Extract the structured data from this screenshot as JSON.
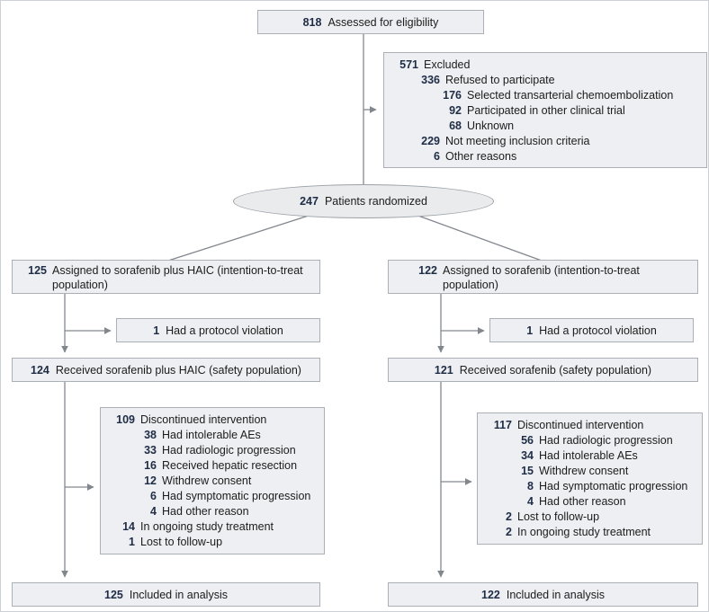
{
  "palette": {
    "box_fill": "#edeff2",
    "box_border": "#aab0b6",
    "ellipse_fill": "#e9ebed",
    "connector_color": "#82878e",
    "number_color": "#1f2c45",
    "text_color": "#1c1c1c"
  },
  "assessed": {
    "num": "818",
    "label": "Assessed for eligibility"
  },
  "excluded": {
    "lines": [
      {
        "num": "571",
        "label": "Excluded",
        "level": 0
      },
      {
        "num": "336",
        "label": "Refused to participate",
        "level": 1
      },
      {
        "num": "176",
        "label": "Selected transarterial chemoembolization",
        "level": 2
      },
      {
        "num": "92",
        "label": "Participated in other clinical trial",
        "level": 2
      },
      {
        "num": "68",
        "label": "Unknown",
        "level": 2
      },
      {
        "num": "229",
        "label": "Not meeting inclusion criteria",
        "level": 1
      },
      {
        "num": "6",
        "label": "Other reasons",
        "level": 1
      }
    ]
  },
  "randomized": {
    "num": "247",
    "label": "Patients randomized"
  },
  "left_arm": {
    "assigned": {
      "num": "125",
      "label": "Assigned to sorafenib plus HAIC (intention-to-treat population)"
    },
    "protocol_violation": {
      "num": "1",
      "label": "Had a protocol violation"
    },
    "received": {
      "num": "124",
      "label": "Received sorafenib plus HAIC (safety population)"
    },
    "discontinued": {
      "lines": [
        {
          "num": "109",
          "label": "Discontinued intervention",
          "level": 0
        },
        {
          "num": "38",
          "label": "Had intolerable AEs",
          "level": 1
        },
        {
          "num": "33",
          "label": "Had radiologic progression",
          "level": 1
        },
        {
          "num": "16",
          "label": "Received hepatic resection",
          "level": 1
        },
        {
          "num": "12",
          "label": "Withdrew consent",
          "level": 1
        },
        {
          "num": "6",
          "label": "Had symptomatic progression",
          "level": 1
        },
        {
          "num": "4",
          "label": "Had other reason",
          "level": 1
        },
        {
          "num": "14",
          "label": "In ongoing study treatment",
          "level": 0
        },
        {
          "num": "1",
          "label": "Lost to follow-up",
          "level": 0
        }
      ]
    },
    "analysis": {
      "num": "125",
      "label": "Included in analysis"
    }
  },
  "right_arm": {
    "assigned": {
      "num": "122",
      "label": "Assigned to sorafenib (intention-to-treat population)"
    },
    "protocol_violation": {
      "num": "1",
      "label": "Had a protocol violation"
    },
    "received": {
      "num": "121",
      "label": "Received sorafenib (safety population)"
    },
    "discontinued": {
      "lines": [
        {
          "num": "117",
          "label": "Discontinued intervention",
          "level": 0
        },
        {
          "num": "56",
          "label": "Had radiologic progression",
          "level": 1
        },
        {
          "num": "34",
          "label": "Had intolerable AEs",
          "level": 1
        },
        {
          "num": "15",
          "label": "Withdrew consent",
          "level": 1
        },
        {
          "num": "8",
          "label": "Had symptomatic progression",
          "level": 1
        },
        {
          "num": "4",
          "label": "Had other reason",
          "level": 1
        },
        {
          "num": "2",
          "label": "Lost to follow-up",
          "level": 0
        },
        {
          "num": "2",
          "label": "In ongoing study treatment",
          "level": 0
        }
      ]
    },
    "analysis": {
      "num": "122",
      "label": "Included in analysis"
    }
  }
}
